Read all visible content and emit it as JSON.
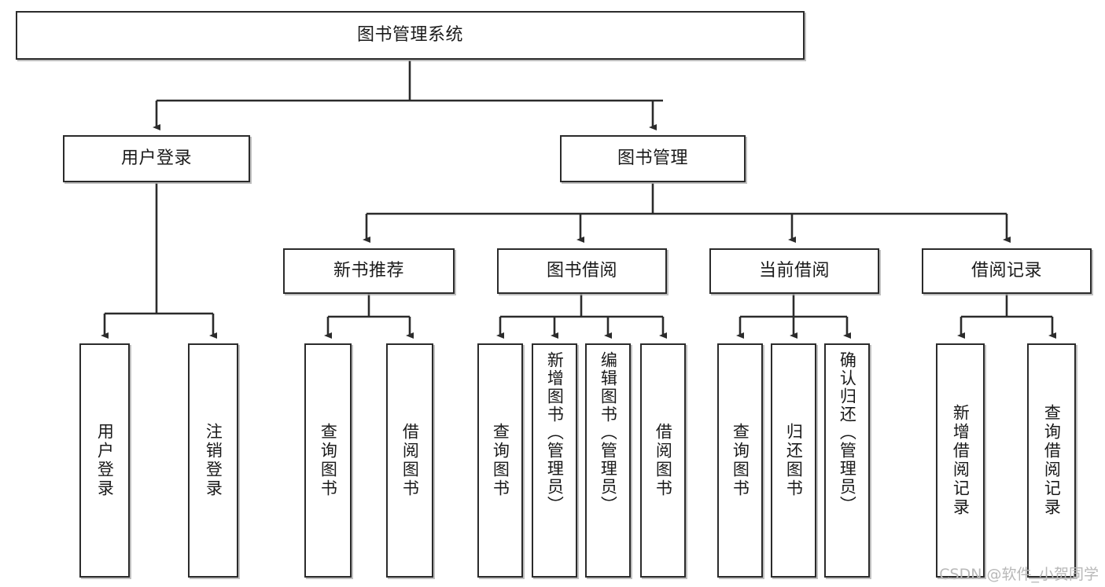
{
  "diagram": {
    "title": "图书管理系统",
    "type": "tree-hierarchy",
    "watermark": "CSDN @软件_小贺同学",
    "colors": {
      "box_border": "#2b2b2b",
      "box_fill": "#ffffff",
      "edge": "#2b2b2b",
      "text": "#1a1a1a",
      "watermark": "#b8b8b8",
      "background": "#ffffff"
    }
  },
  "nodes": {
    "root": {
      "label": "图书管理系统"
    },
    "level2": [
      {
        "id": "user-login",
        "label": "用户登录"
      },
      {
        "id": "book-manage",
        "label": "图书管理"
      }
    ],
    "level3": [
      {
        "id": "new-book-recommend",
        "label": "新书推荐"
      },
      {
        "id": "book-borrow",
        "label": "图书借阅"
      },
      {
        "id": "current-borrow",
        "label": "当前借阅"
      },
      {
        "id": "borrow-record",
        "label": "借阅记录"
      }
    ],
    "leaves": [
      {
        "id": "leaf-user-login",
        "label": "用户登录"
      },
      {
        "id": "leaf-logout",
        "label": "注销登录"
      },
      {
        "id": "leaf-query-book-1",
        "label": "查询图书"
      },
      {
        "id": "leaf-borrow-book-1",
        "label": "借阅图书"
      },
      {
        "id": "leaf-query-book-2",
        "label": "查询图书"
      },
      {
        "id": "leaf-add-book",
        "label": "新增图书（管理员）"
      },
      {
        "id": "leaf-edit-book",
        "label": "编辑图书（管理员）"
      },
      {
        "id": "leaf-borrow-book-2",
        "label": "借阅图书"
      },
      {
        "id": "leaf-query-book-3",
        "label": "查询图书"
      },
      {
        "id": "leaf-return-book",
        "label": "归还图书"
      },
      {
        "id": "leaf-confirm-return",
        "label": "确认归还（管理员）"
      },
      {
        "id": "leaf-add-record",
        "label": "新增借阅记录"
      },
      {
        "id": "leaf-query-record",
        "label": "查询借阅记录"
      }
    ]
  },
  "edges": [
    {
      "from": "root",
      "to": "user-login"
    },
    {
      "from": "root",
      "to": "book-manage"
    },
    {
      "from": "book-manage",
      "to": "new-book-recommend"
    },
    {
      "from": "book-manage",
      "to": "book-borrow"
    },
    {
      "from": "book-manage",
      "to": "current-borrow"
    },
    {
      "from": "book-manage",
      "to": "borrow-record"
    },
    {
      "from": "user-login",
      "to": "leaf-user-login"
    },
    {
      "from": "user-login",
      "to": "leaf-logout"
    },
    {
      "from": "new-book-recommend",
      "to": "leaf-query-book-1"
    },
    {
      "from": "new-book-recommend",
      "to": "leaf-borrow-book-1"
    },
    {
      "from": "book-borrow",
      "to": "leaf-query-book-2"
    },
    {
      "from": "book-borrow",
      "to": "leaf-add-book"
    },
    {
      "from": "book-borrow",
      "to": "leaf-edit-book"
    },
    {
      "from": "book-borrow",
      "to": "leaf-borrow-book-2"
    },
    {
      "from": "current-borrow",
      "to": "leaf-query-book-3"
    },
    {
      "from": "current-borrow",
      "to": "leaf-return-book"
    },
    {
      "from": "current-borrow",
      "to": "leaf-confirm-return"
    },
    {
      "from": "borrow-record",
      "to": "leaf-add-record"
    },
    {
      "from": "borrow-record",
      "to": "leaf-query-record"
    }
  ]
}
